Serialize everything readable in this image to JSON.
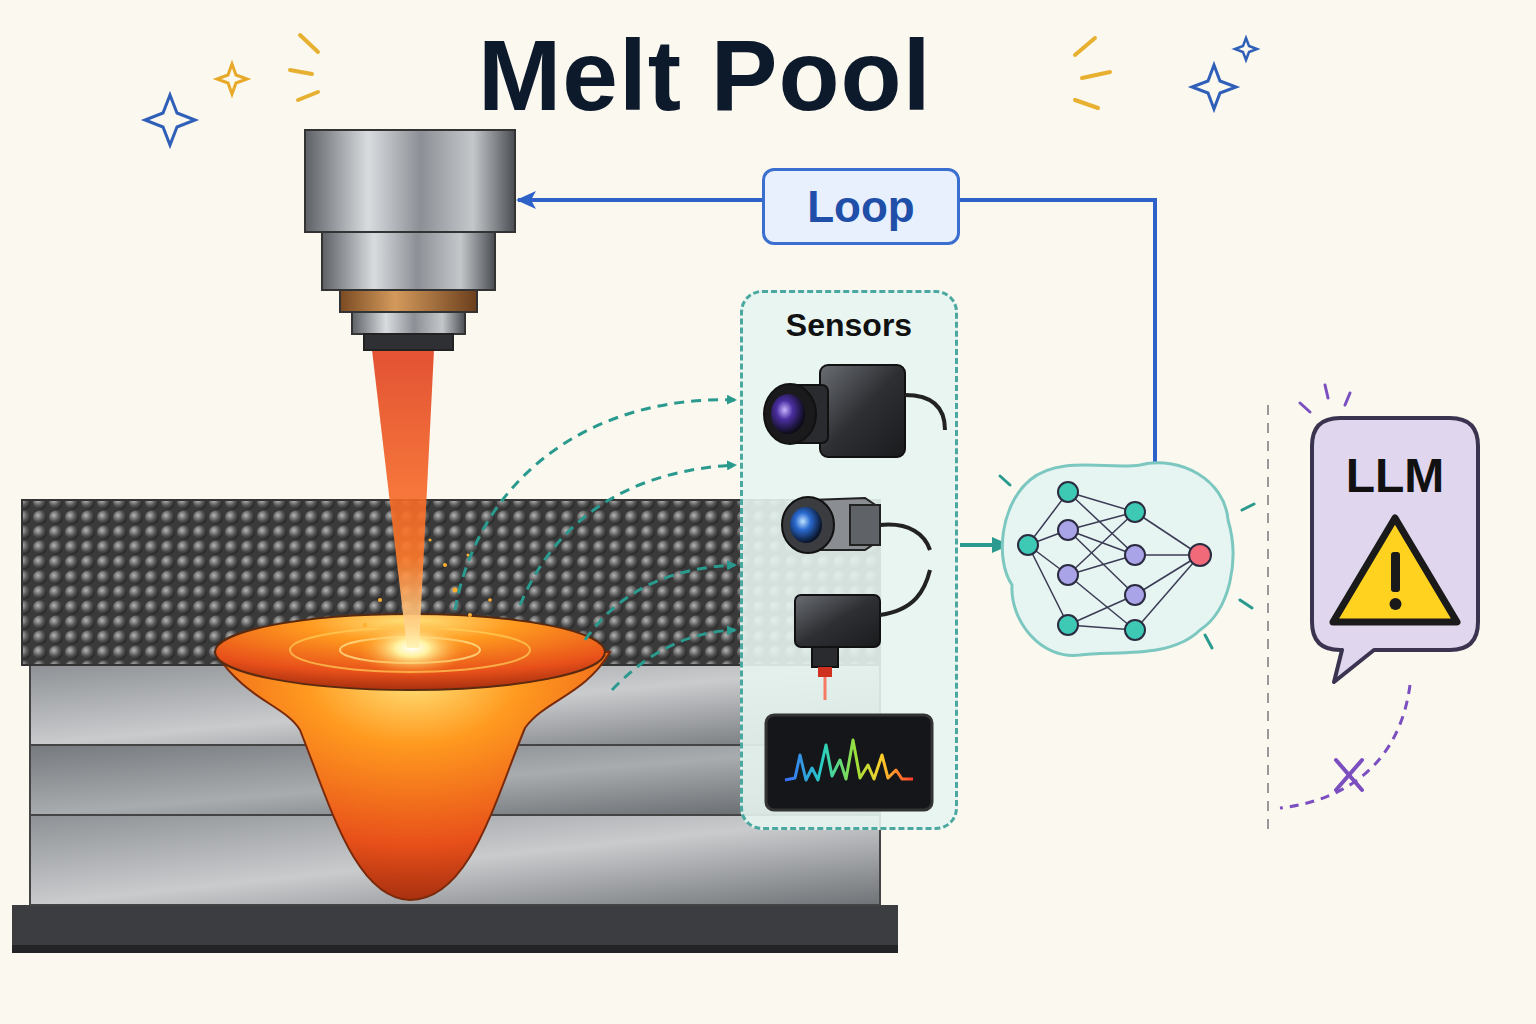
{
  "diagram": {
    "title": "Melt Pool",
    "nodes": [
      {
        "text": [
          "Loop"
        ]
      },
      {
        "text": [
          "Sensors"
        ]
      },
      {
        "text": [
          "LLM"
        ]
      }
    ]
  }
}
